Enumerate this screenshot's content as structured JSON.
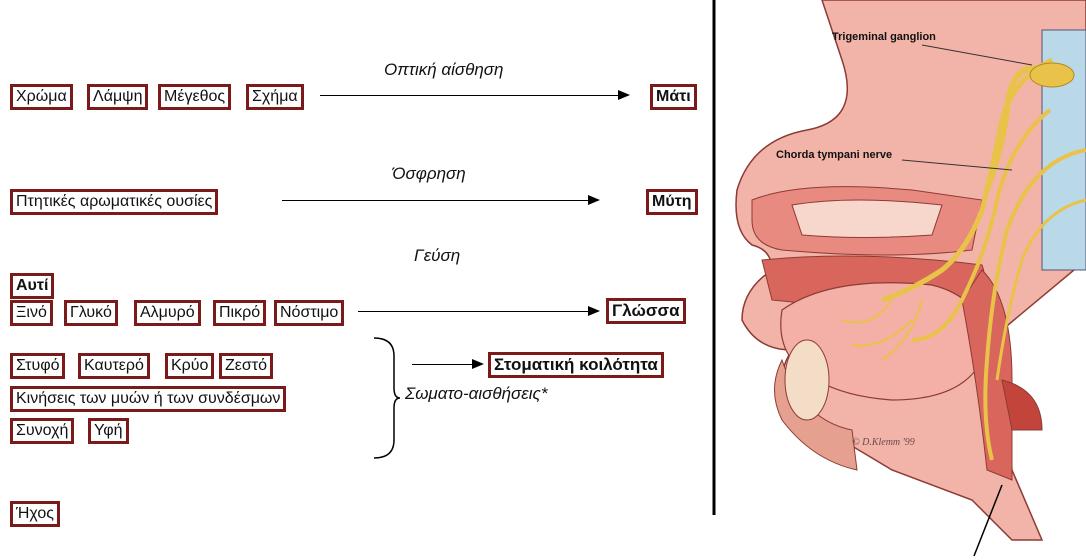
{
  "sections": {
    "vision": {
      "label": "Οπτική αίσθηση",
      "stimuli": [
        "Χρώμα",
        "Λάμψη",
        "Μέγεθος",
        "Σχήμα"
      ],
      "organ": "Μάτι"
    },
    "smell": {
      "label": "Όσφρηση",
      "stimuli": [
        "Πτητικές αρωματικές ουσίες"
      ],
      "organ": "Μύτη"
    },
    "taste": {
      "label": "Γεύση",
      "header": "Αυτί",
      "stimuli": [
        "Ξινό",
        "Γλυκό",
        "Αλμυρό",
        "Πικρό",
        "Νόστιμο"
      ],
      "organ": "Γλώσσα"
    },
    "somato": {
      "row1": [
        "Στυφό",
        "Καυτερό",
        "Κρύο",
        "Ζεστό"
      ],
      "row2": [
        "Κινήσεις των μυών ή των συνδέσμων"
      ],
      "row3": [
        "Συνοχή",
        "Υφή"
      ],
      "label": "Σωματο-αισθήσεις*",
      "organ": "Στοματική κοιλότητα"
    },
    "sound": {
      "stimuli": [
        "Ήχος"
      ]
    }
  },
  "anatomy": {
    "trigeminal_label": "Trigeminal ganglion",
    "chorda_label": "Chorda tympani nerve",
    "credit": "© D.Klemm '99"
  },
  "colors": {
    "box_border": "#7a1a1a",
    "tissue_pink": "#f0a39a",
    "nerve_yellow": "#e9c24a"
  }
}
